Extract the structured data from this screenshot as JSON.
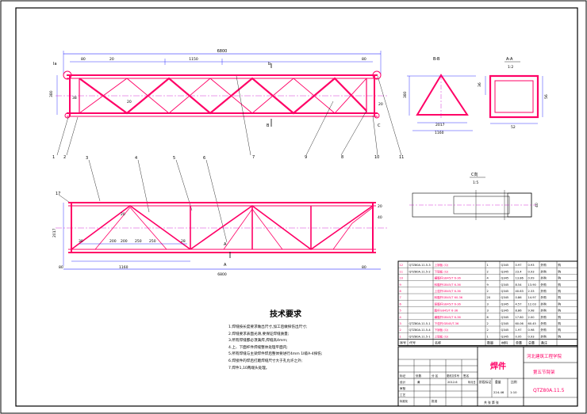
{
  "elevation": {
    "overall_length": "6800",
    "dim_top_left": "80",
    "dim_top_second": "20",
    "dim_panel": "1150",
    "dim_top_right": "80",
    "height": "380",
    "dim_left_inner": "38",
    "dim_mid": "20",
    "dim_right_low": "20",
    "section_b_top": "b",
    "section_b_bottom": "B",
    "label_a": "Ia",
    "label_c": "C",
    "callouts_bottom": [
      "1",
      "2",
      "7",
      "9",
      "8",
      "10",
      "11"
    ],
    "callouts_top": [
      "3",
      "4",
      "5",
      "6"
    ]
  },
  "plan": {
    "overall_length": "6800",
    "dim_start": "1160",
    "width": "2017",
    "dim_right_top": "20",
    "dim_right_mid": "40",
    "dim_left_bot": "80",
    "dim_right_bot": "80",
    "dim_inner": [
      "200",
      "200",
      "250",
      "250"
    ],
    "dim_mid": "20",
    "dim_low": "30",
    "dim_low2": "28",
    "marker_left": "A",
    "marker_right": "A",
    "callout_17": "17"
  },
  "section_bb": {
    "title": "B-B",
    "height": "380",
    "bottom_dim": "2017",
    "width": "1160"
  },
  "section_aa": {
    "title": "A-A",
    "scale": "1:2",
    "left_dim": "36",
    "right_dim": "56",
    "bottom_dim": "52"
  },
  "detail_c": {
    "title": "C向",
    "scale": "1:5",
    "dim": "40"
  },
  "notes": {
    "title": "技术要求",
    "lines": [
      "1.焊缝按长度要求做出尺寸,加工后做探伤出尺寸;",
      "2.焊缝要求表面光滑,要保证焊缝质量;",
      "3.所有焊缝都必须满焊,焊缝高4mm;",
      "4.上、下面杆件焊缝整体处理平面内;",
      "5.所有焊缝与主梁焊件焊后整体要进行4mm 1I级A-4探伤;",
      "6.焊接件的焊后打磨焊缝尺寸大于孔允许之外;",
      "7.焊件1,10两端头处理。"
    ]
  },
  "bom": {
    "headers": [
      "序号",
      "代号",
      "名称",
      "数量",
      "材料",
      "单重",
      "总重",
      "备注"
    ],
    "rows": [
      [
        "12",
        "QTZ80A.11.5-3",
        "上销板 (Q)",
        "1",
        "Q345",
        "0.97",
        "0.93",
        "外购",
        "购"
      ],
      [
        "11",
        "QTZ80A.11.5-2",
        "下销板 (Q)",
        "2",
        "Q345",
        "23.4",
        "0.93",
        "外购",
        "购"
      ],
      [
        "10",
        "",
        "横腹杆GB45/T 6-36",
        "4",
        "Q345",
        "13.86",
        "0.09",
        "外购",
        "购"
      ],
      [
        "9",
        "",
        "斜腹杆GB45/T 6-36",
        "9",
        "Q345",
        "8.54",
        "13.90",
        "外购",
        "购"
      ],
      [
        "8",
        "",
        "上弦杆GB45/T 6-36",
        "2",
        "Q345",
        "40.63",
        "2.33",
        "外购",
        "购"
      ],
      [
        "7",
        "",
        "斜腹杆GB45/T 60-36",
        "20",
        "Q345",
        "0.86",
        "14.97",
        "外购",
        "购"
      ],
      [
        "6",
        "",
        "竖腹杆GB45/T 6-36",
        "3",
        "Q345",
        "4.57",
        "12.03",
        "外购",
        "购"
      ],
      [
        "5",
        "",
        "腹杆GB45/T 6-36",
        "3",
        "Q345",
        "8.86",
        "9.98",
        "外购",
        "购"
      ],
      [
        "4",
        "",
        "横腹杆GB45/T 6-36",
        "6",
        "Q345",
        "17.80",
        "2.00",
        "外购",
        "购"
      ],
      [
        "3",
        "QTZ80A.11.5-1",
        "下弦杆/GB45/T-36",
        "2",
        "Q345",
        "60.06",
        "60.45",
        "外购",
        "购"
      ],
      [
        "2",
        "QTZ80A.11.5-4",
        "下销板 (Q)",
        "2",
        "Q345",
        "1.97",
        "0.98",
        "外购",
        "购"
      ],
      [
        "1",
        "QTZ80A.11.5-1",
        "上销板 (Q)",
        "1",
        "Q345",
        "0.95",
        "0.93",
        "外购",
        "购"
      ]
    ],
    "header_row": [
      "序号",
      "代号",
      "名称",
      "数量",
      "材料",
      "单重",
      "总重",
      "备注"
    ]
  },
  "title_block": {
    "part_name": "焊件",
    "company": "河北建筑工程学院",
    "drawing_name": "第五节臂架",
    "drawing_no": "QTZ80A.11.5",
    "stage": "阶段标记",
    "weight": "重量",
    "scale": "比例",
    "weight_value": "224.46",
    "scale_value": "1:10",
    "sheet": "共 张 第 张",
    "rows": [
      "标记",
      "处数",
      "分 区",
      "更改文件号",
      "签名",
      "年月日"
    ],
    "designer": "设计",
    "reviewer": "审核",
    "process": "工艺",
    "std": "标准化",
    "approve": "批准",
    "date_value": "2012.6",
    "designer_name": "黄"
  },
  "colors": {
    "structure": "#ff0066",
    "dimension": "#0000ff",
    "border": "#000000",
    "centerline": "#cc00cc"
  }
}
